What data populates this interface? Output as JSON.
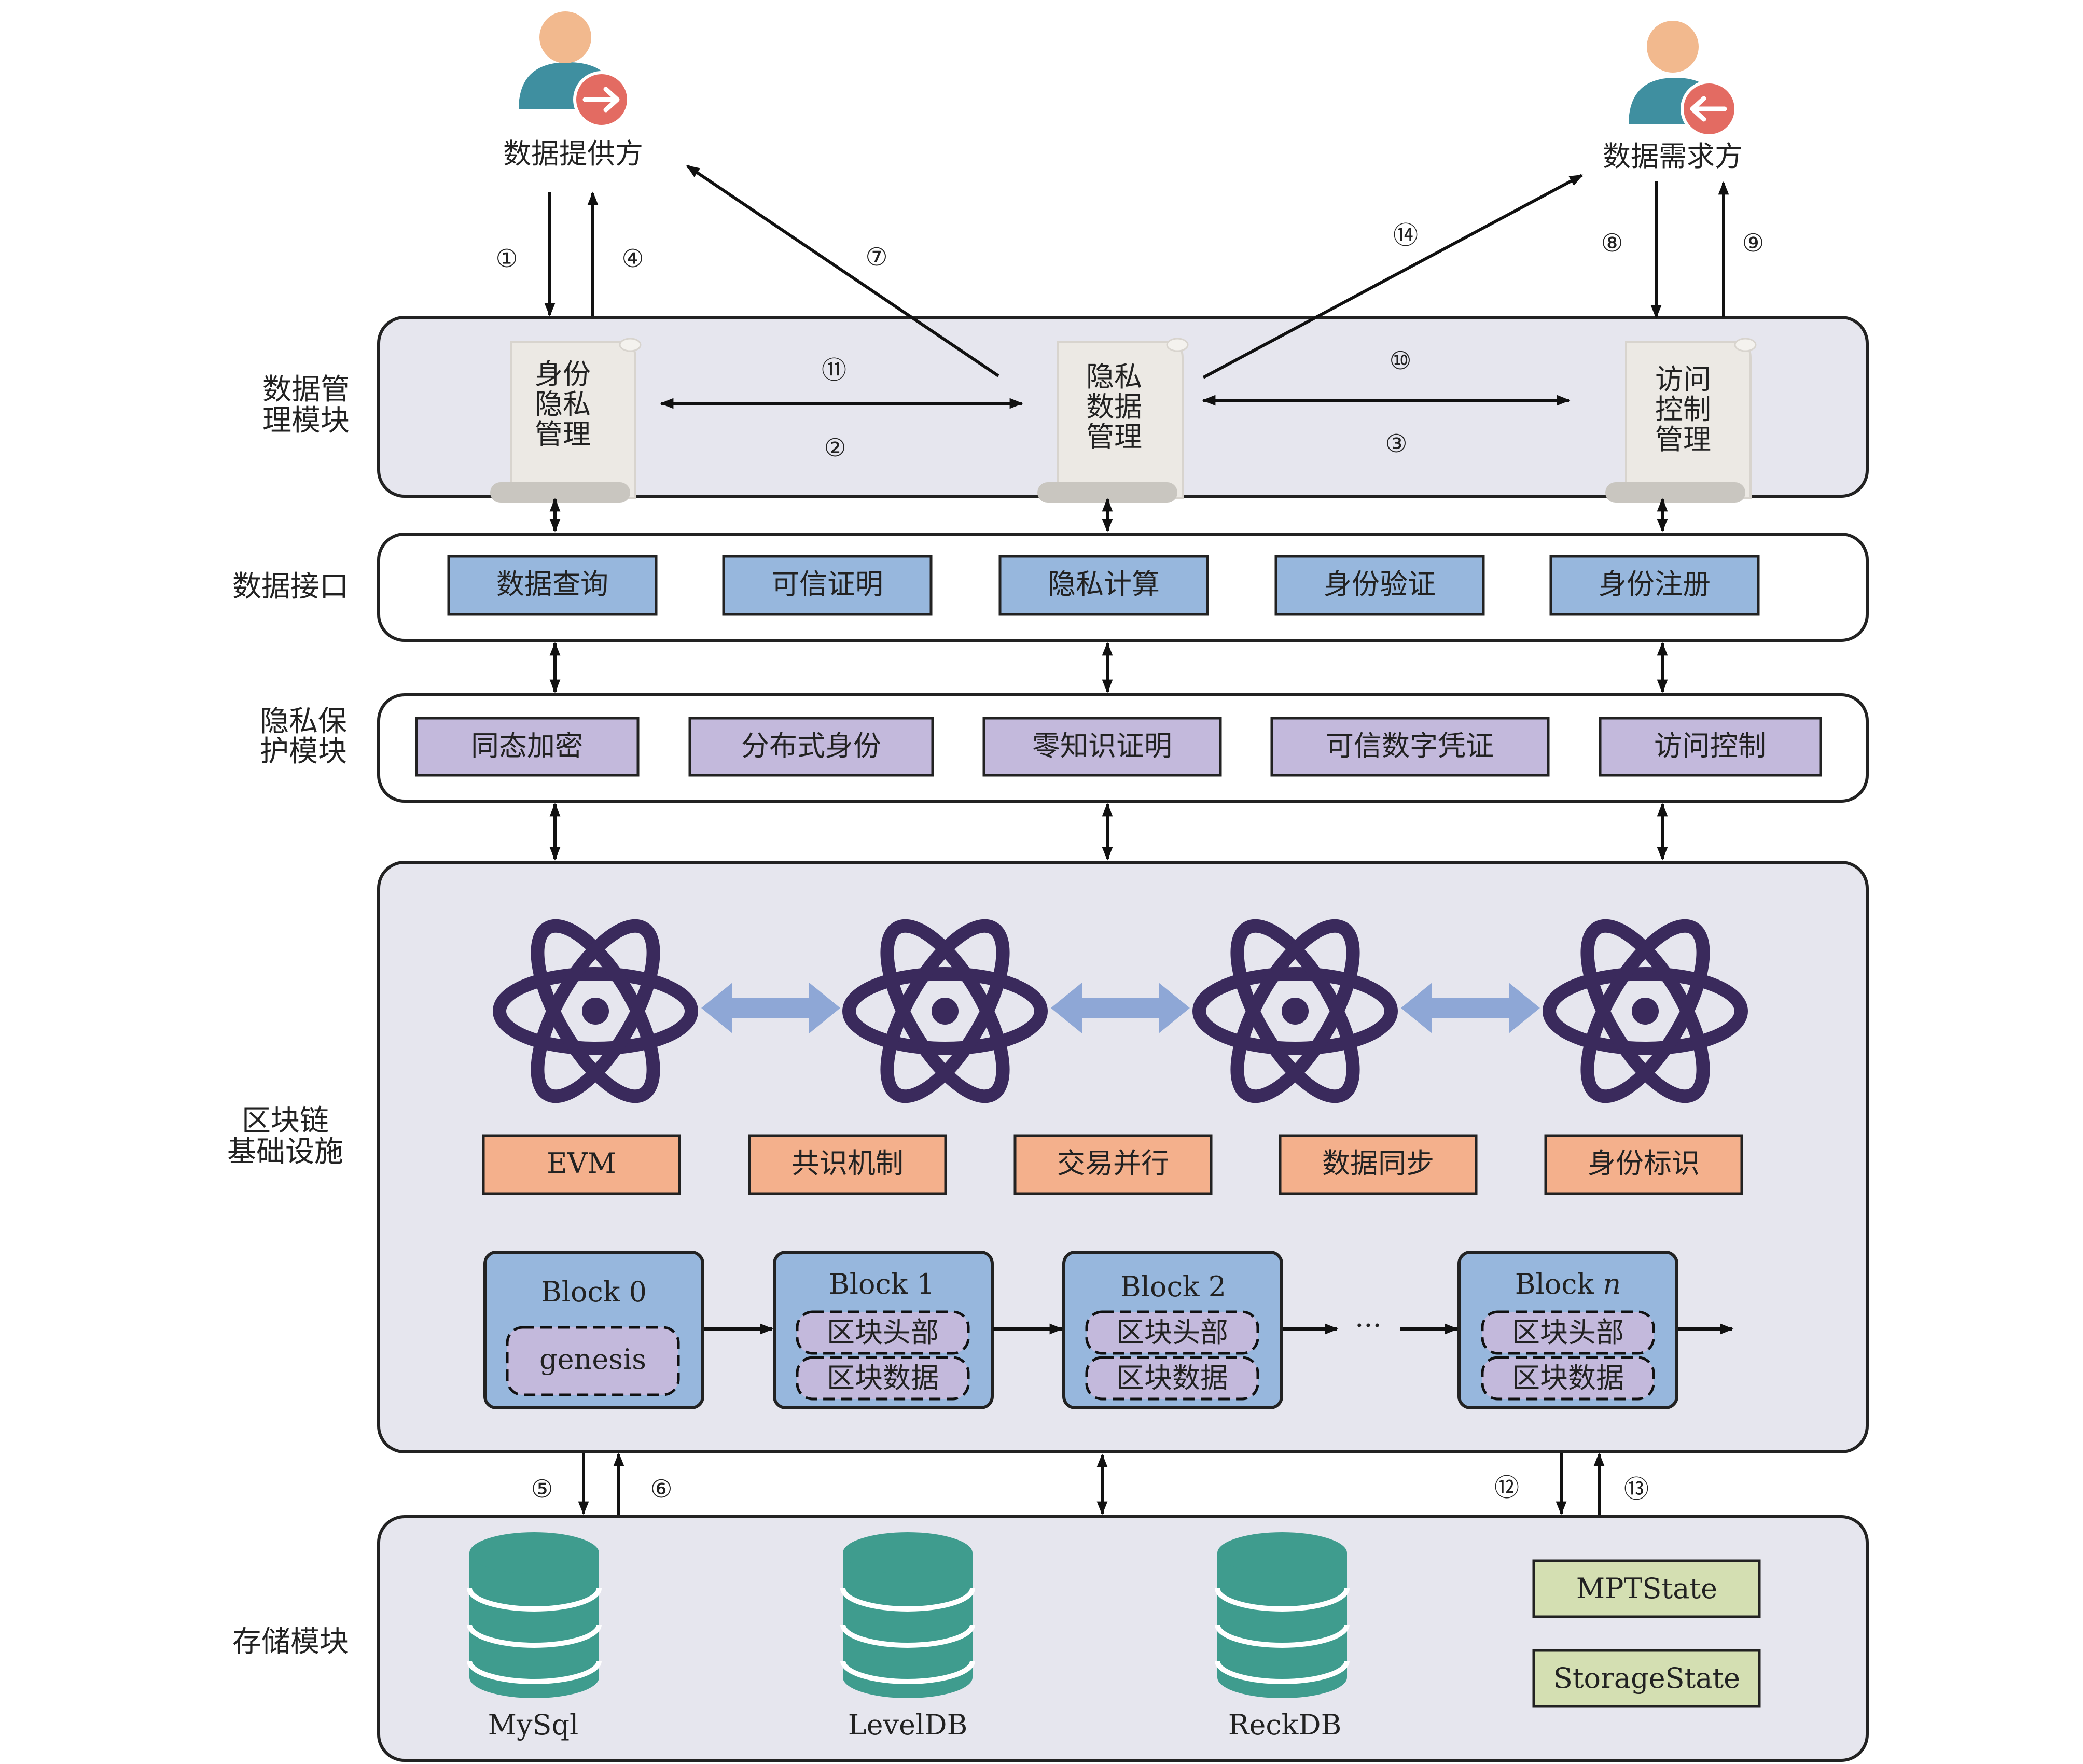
{
  "actors": {
    "provider": "数据提供方",
    "requester": "数据需求方"
  },
  "side_labels": {
    "data_management": [
      "数据管",
      "理模块"
    ],
    "data_interface": [
      "数据接口"
    ],
    "privacy_protection": [
      "隐私保",
      "护模块"
    ],
    "blockchain": [
      "区块链",
      "基础设施"
    ],
    "storage": [
      "存储模块"
    ]
  },
  "steps": {
    "s1": "①",
    "s2": "②",
    "s3": "③",
    "s4": "④",
    "s5": "⑤",
    "s6": "⑥",
    "s7": "⑦",
    "s8": "⑧",
    "s9": "⑨",
    "s10": "⑩",
    "s11": "⑪",
    "s12": "⑫",
    "s13": "⑬",
    "s14": "⑭"
  },
  "scrolls": {
    "identity_privacy": [
      "身份",
      "隐私",
      "管理"
    ],
    "privacy_data": [
      "隐私",
      "数据",
      "管理"
    ],
    "access_control": [
      "访问",
      "控制",
      "管理"
    ]
  },
  "interfaces": [
    "数据查询",
    "可信证明",
    "隐私计算",
    "身份验证",
    "身份注册"
  ],
  "privacy_modules": [
    "同态加密",
    "分布式身份",
    "零知识证明",
    "可信数字凭证",
    "访问控制"
  ],
  "features": [
    "EVM",
    "共识机制",
    "交易并行",
    "数据同步",
    "身份标识"
  ],
  "blocks": [
    {
      "title": "Block 0",
      "content": "genesis"
    },
    {
      "title": "Block 1",
      "header": "区块头部",
      "data": "区块数据"
    },
    {
      "title": "Block 2",
      "header": "区块头部",
      "data": "区块数据"
    },
    {
      "title_prefix": "Block",
      "title_index": "n",
      "header": "区块头部",
      "data": "区块数据"
    }
  ],
  "chain_ellipsis": "···",
  "storage": {
    "databases": [
      "MySql",
      "LevelDB",
      "ReckDB"
    ],
    "states": [
      "MPTState",
      "StorageState"
    ]
  },
  "colors": {
    "panel_fill": "#e6e6ee",
    "interface_box": "#97b7dd",
    "privacy_box": "#c3b9dc",
    "feature_box": "#f4b08c",
    "state_box": "#d4dfb2",
    "atom": "#3a2a5c",
    "node_link": "#8ea7d6",
    "database": "#3f9c8e",
    "user_body": "#3f8fa0",
    "user_badge": "#e36b62"
  }
}
